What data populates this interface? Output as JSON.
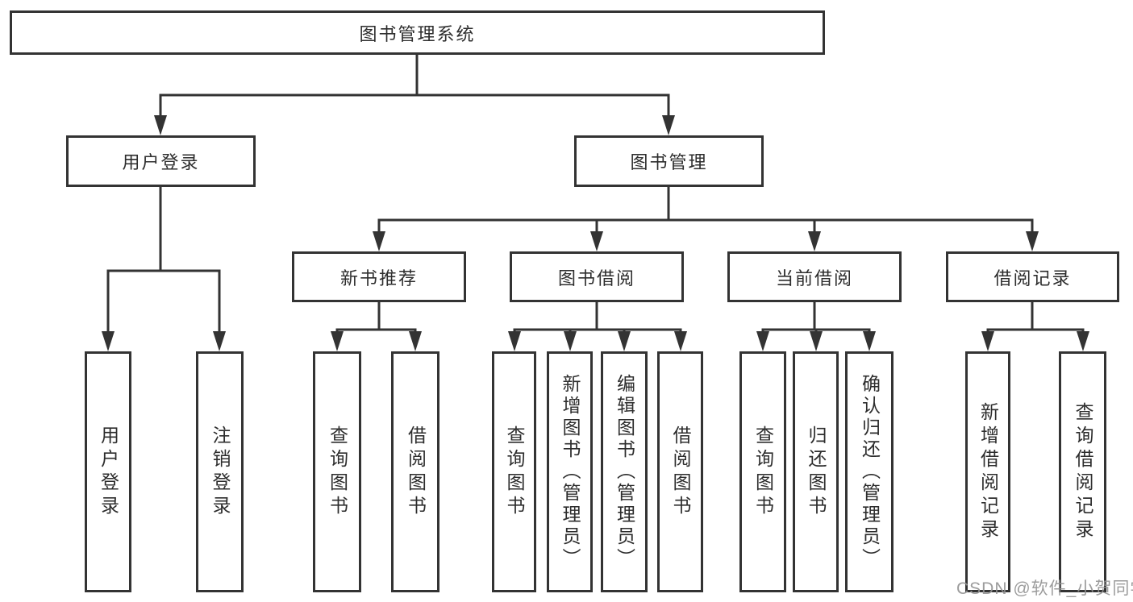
{
  "diagram": {
    "type": "tree",
    "title": "图书管理系统",
    "watermark": "CSDN @软件_小贺同学",
    "colors": {
      "line": "#333333",
      "border": "#333333",
      "text": "#2d2d2d",
      "background": "#ffffff",
      "watermark": "#949494"
    },
    "nodes": {
      "root": {
        "label": "图书管理系统"
      },
      "user_login": {
        "label": "用户登录"
      },
      "book_mgmt": {
        "label": "图书管理"
      },
      "new_book_rec": {
        "label": "新书推荐"
      },
      "book_borrow": {
        "label": "图书借阅"
      },
      "current_borrow": {
        "label": "当前借阅"
      },
      "borrow_records": {
        "label": "借阅记录"
      },
      "ul_login": {
        "label": "用户登录"
      },
      "ul_logout": {
        "label": "注销登录"
      },
      "nr_query": {
        "label": "查询图书"
      },
      "nr_borrow": {
        "label": "借阅图书"
      },
      "bb_query": {
        "label": "查询图书"
      },
      "bb_add": {
        "label": "新增图书（管理员）"
      },
      "bb_edit": {
        "label": "编辑图书（管理员）"
      },
      "bb_borrow": {
        "label": "借阅图书"
      },
      "cb_query": {
        "label": "查询图书"
      },
      "cb_return": {
        "label": "归还图书"
      },
      "cb_confirm": {
        "label": "确认归还（管理员）"
      },
      "br_add": {
        "label": "新增借阅记录"
      },
      "br_query": {
        "label": "查询借阅记录"
      }
    },
    "edges": [
      {
        "from": "root",
        "to": "user_login"
      },
      {
        "from": "root",
        "to": "book_mgmt"
      },
      {
        "from": "user_login",
        "to": "ul_login"
      },
      {
        "from": "user_login",
        "to": "ul_logout"
      },
      {
        "from": "book_mgmt",
        "to": "new_book_rec"
      },
      {
        "from": "book_mgmt",
        "to": "book_borrow"
      },
      {
        "from": "book_mgmt",
        "to": "current_borrow"
      },
      {
        "from": "book_mgmt",
        "to": "borrow_records"
      },
      {
        "from": "new_book_rec",
        "to": "nr_query"
      },
      {
        "from": "new_book_rec",
        "to": "nr_borrow"
      },
      {
        "from": "book_borrow",
        "to": "bb_query"
      },
      {
        "from": "book_borrow",
        "to": "bb_add"
      },
      {
        "from": "book_borrow",
        "to": "bb_edit"
      },
      {
        "from": "book_borrow",
        "to": "bb_borrow"
      },
      {
        "from": "current_borrow",
        "to": "cb_query"
      },
      {
        "from": "current_borrow",
        "to": "cb_return"
      },
      {
        "from": "current_borrow",
        "to": "cb_confirm"
      },
      {
        "from": "borrow_records",
        "to": "br_add"
      },
      {
        "from": "borrow_records",
        "to": "br_query"
      }
    ]
  }
}
